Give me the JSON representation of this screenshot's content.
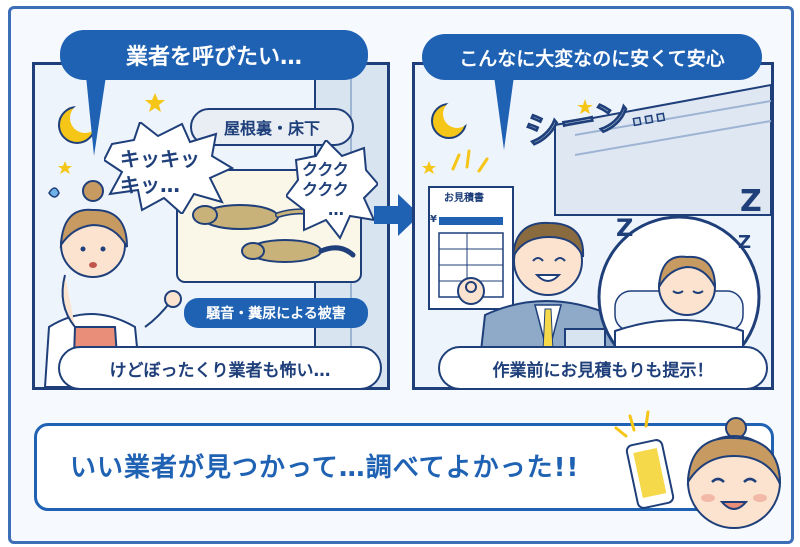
{
  "left_panel": {
    "speech_top": "業者を呼びたい…",
    "location_tag": "屋根裏・床下",
    "sound_left_line1": "キッキッ",
    "sound_left_line2": "キッ…",
    "sound_right_line1": "ククク",
    "sound_right_line2": "ククク",
    "sound_right_line3": "…",
    "damage_tag": "騒音・糞尿による被害",
    "worry_text": "けどぼったくり業者も怖い…"
  },
  "right_panel": {
    "speech_top": "こんなに大変なのに安くて安心",
    "silence_text": "シーン…",
    "sleep_z": "Z",
    "estimate_title": "お見積書",
    "estimate_currency": "¥",
    "bottom_text": "作業前にお見積もりも提示！"
  },
  "conclusion": {
    "text": "いい業者が見つかって…調べてよかった!!"
  },
  "colors": {
    "primary_blue": "#1f62b3",
    "outline_navy": "#1f3f7a",
    "frame_blue": "#3d6fb8",
    "panel_bg": "#eef4fb",
    "moon_yellow": "#f5c518",
    "apron_pink": "#e98e78",
    "uniform_blue": "#8fa9c8",
    "animal_tan": "#c8b27a"
  }
}
